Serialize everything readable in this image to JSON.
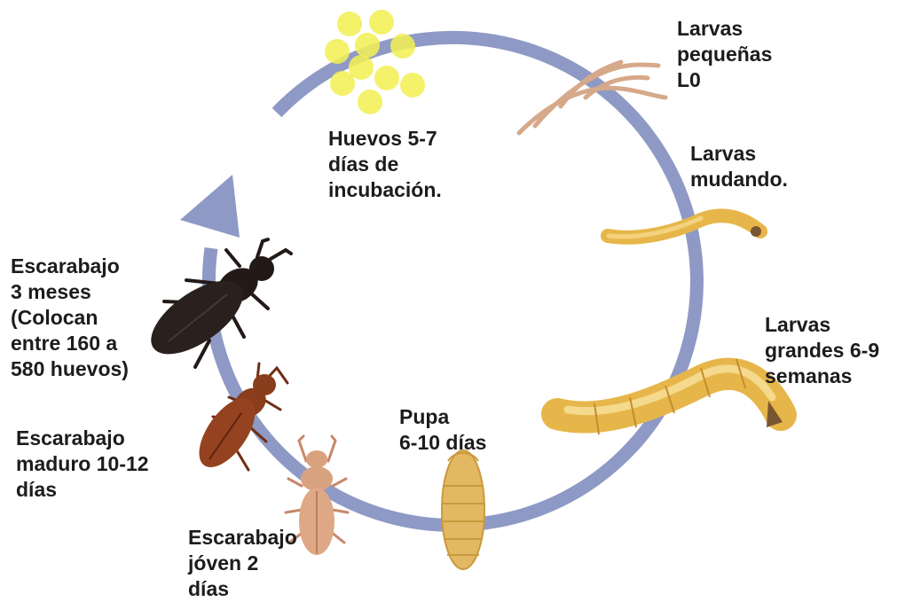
{
  "colors": {
    "cycle_arrow": "#8e9ac5",
    "egg": "#f2ef55",
    "small_larva": "#d6a98a",
    "larva": "#e7b64a",
    "pupa": "#e2b862",
    "adult_young": "#d9a27e",
    "adult_mature": "#8a3d1c",
    "adult_old": "#231a18",
    "text": "#1c1c1c"
  },
  "stages": [
    {
      "id": "eggs",
      "icon": "egg-cluster-icon",
      "label": "Huevos 5-7\ndías de\nincubación."
    },
    {
      "id": "small-larvae",
      "icon": "small-larva-icon",
      "label": "Larvas\npequeñas\nL0"
    },
    {
      "id": "molting-larvae",
      "icon": "molting-larva-icon",
      "label": "Larvas\nmudando."
    },
    {
      "id": "large-larvae",
      "icon": "large-larva-icon",
      "label": "Larvas\ngrandes 6-9\nsemanas"
    },
    {
      "id": "pupa",
      "icon": "pupa-icon",
      "label": "Pupa\n6-10 días"
    },
    {
      "id": "young-beetle",
      "icon": "young-beetle-icon",
      "label": "Escarabajo\njóven 2\ndías"
    },
    {
      "id": "mature-beetle",
      "icon": "mature-beetle-icon",
      "label": "Escarabajo\nmaduro 10-12\ndías"
    },
    {
      "id": "adult-beetle",
      "icon": "adult-beetle-icon",
      "label": "Escarabajo\n3 meses\n(Colocan\nentre 160 a\n580 huevos)"
    }
  ]
}
